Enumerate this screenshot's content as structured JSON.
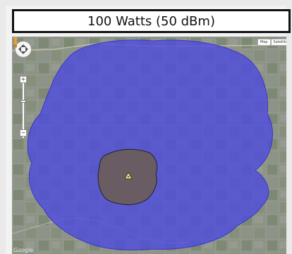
{
  "caption": {
    "text": "100 Watts (50 dBm)"
  },
  "map": {
    "controls": {
      "zoom_in_label": "+",
      "zoom_out_label": "−"
    },
    "map_type": {
      "map_label": "Map",
      "satellite_label": "Satellite",
      "selected": "satellite"
    },
    "attribution": "Google",
    "coverage": {
      "outer_fill": "#4b49e0",
      "inner_fill": "#6a5d5a",
      "marker_color": "#f5e26a"
    },
    "terrain_colors": [
      "#8f9488",
      "#7f8a74",
      "#9aa093",
      "#6f7f68"
    ]
  }
}
